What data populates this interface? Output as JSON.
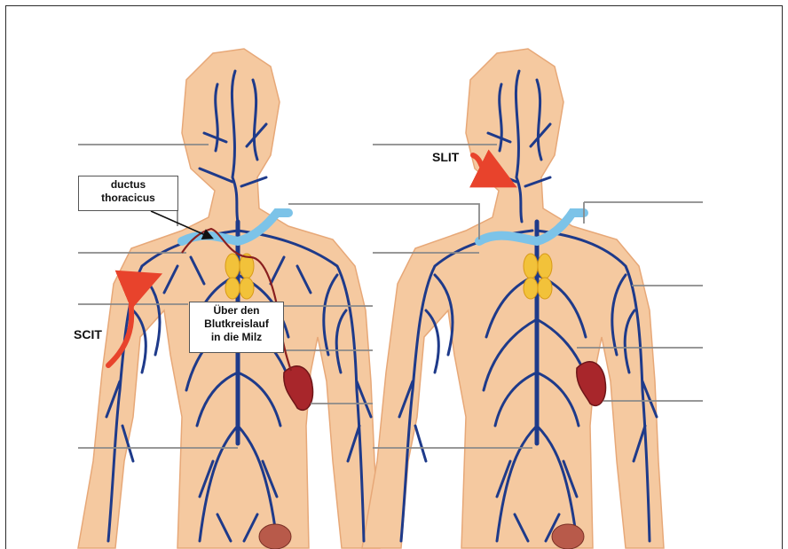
{
  "figure": {
    "left_panel": {
      "labels": {
        "ductus_line1": "ductus",
        "ductus_line2": "thoracicus",
        "blood_line1": "Über den",
        "blood_line2": "Blutkreislauf",
        "blood_line3": "in die Milz",
        "scit": "SCIT"
      }
    },
    "right_panel": {
      "labels": {
        "slit": "SLIT"
      }
    },
    "colors": {
      "skin": "#f5c9a0",
      "skin_edge": "#e7a878",
      "vessel": "#1e3a8a",
      "duct": "#7cc3e8",
      "thymus": "#f2c23a",
      "spleen": "#a8262b",
      "arrow": "#e8432c",
      "route": "#8a1f1f",
      "pointer": "#8a8a8a"
    }
  }
}
